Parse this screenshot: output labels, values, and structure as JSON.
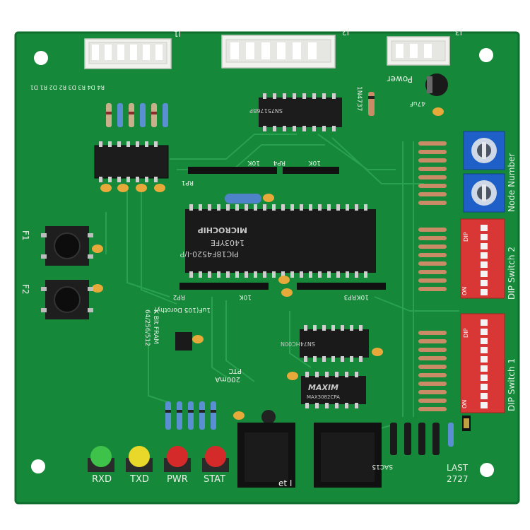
{
  "board": {
    "pcb_color": "#15883a",
    "pcb_edge_color": "#0f6e2d",
    "trace_color": "#2aa151",
    "silk_color": "#eaf4ea"
  },
  "connectors": {
    "j1": "J1",
    "j2": "J2",
    "j3": "J3",
    "power": "Power"
  },
  "labels": {
    "f1": "F1",
    "f2": "F2",
    "rxd": "RXD",
    "txd": "TXD",
    "pwr": "PWR",
    "stat": "STAT",
    "node_number": "Node Number",
    "dip2": "DIP Switch 2",
    "dip1": "DIP Switch 1",
    "last": "LAST",
    "last_num": "2727",
    "fram": "64/256/512",
    "fram2": "K Bit FRAM",
    "ptc": "PTC",
    "ptc_val": "200mA",
    "sac15": "SAC15",
    "diode": "1N4737",
    "cap_47uf": "47uF",
    "on": "ON",
    "dip": "DIP",
    "rp1": "RP1",
    "rp2": "RP2",
    "rp3": "RP3",
    "rp4": "RP4",
    "ten_k": "10K",
    "dorothy": "1uF(105 Dorothy)",
    "ethernet": "et I"
  },
  "chips": {
    "mcu_line1": "PIC18F4520-I/P",
    "mcu_line2": "1403YFE",
    "mcu_brand": "MICROCHIP",
    "u4": "SN75176BP",
    "u5": "SN74HC00N",
    "max": "MAXIM",
    "max_part": "MAX3082CPA"
  },
  "leds": {
    "green": "#3fc24a",
    "yellow": "#e9d72a",
    "red": "#d42a2a"
  }
}
